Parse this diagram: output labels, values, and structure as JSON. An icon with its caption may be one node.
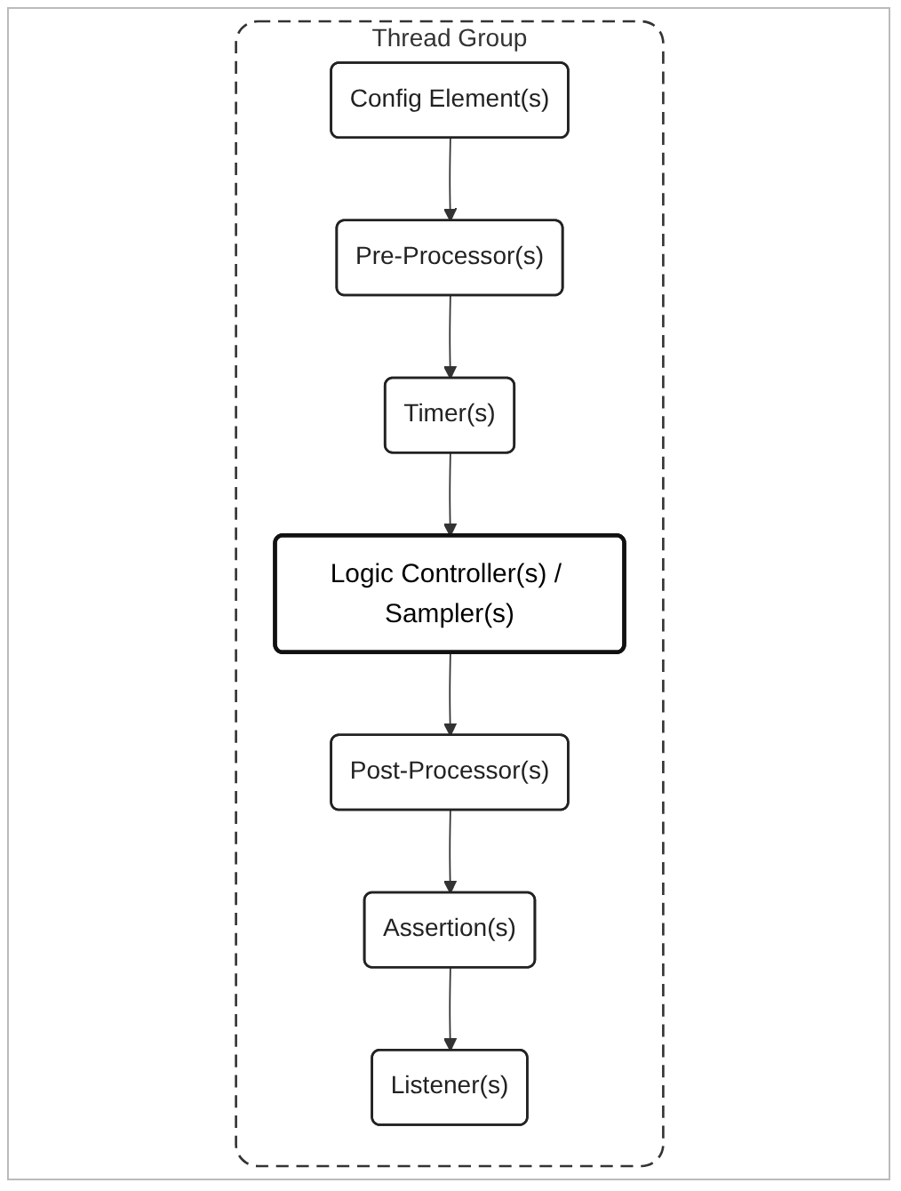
{
  "diagram": {
    "nodes": [
      {
        "text": [
          "Thread Group"
        ]
      },
      {
        "text": [
          "Config Element(s)"
        ],
        "in": 0
      },
      {
        "text": [
          "Pre-Processor(s)"
        ],
        "in": 0
      },
      {
        "text": [
          "Timer(s)"
        ],
        "in": 0
      },
      {
        "text": [
          "Logic Controller(s) / Sampler(s)"
        ],
        "in": 0
      },
      {
        "text": [
          "Post-Processor(s)"
        ],
        "in": 0
      },
      {
        "text": [
          "Assertion(s)"
        ],
        "in": 0
      },
      {
        "text": [
          "Listener(s)"
        ],
        "in": 0
      }
    ],
    "edges": [
      {
        "from": 1,
        "to": 2,
        "arrow": "to"
      },
      {
        "from": 2,
        "to": 3,
        "arrow": "to"
      },
      {
        "from": 3,
        "to": 4,
        "arrow": "to"
      },
      {
        "from": 4,
        "to": 5,
        "arrow": "to"
      },
      {
        "from": 5,
        "to": 6,
        "arrow": "to"
      },
      {
        "from": 6,
        "to": 7,
        "arrow": "to"
      }
    ]
  }
}
